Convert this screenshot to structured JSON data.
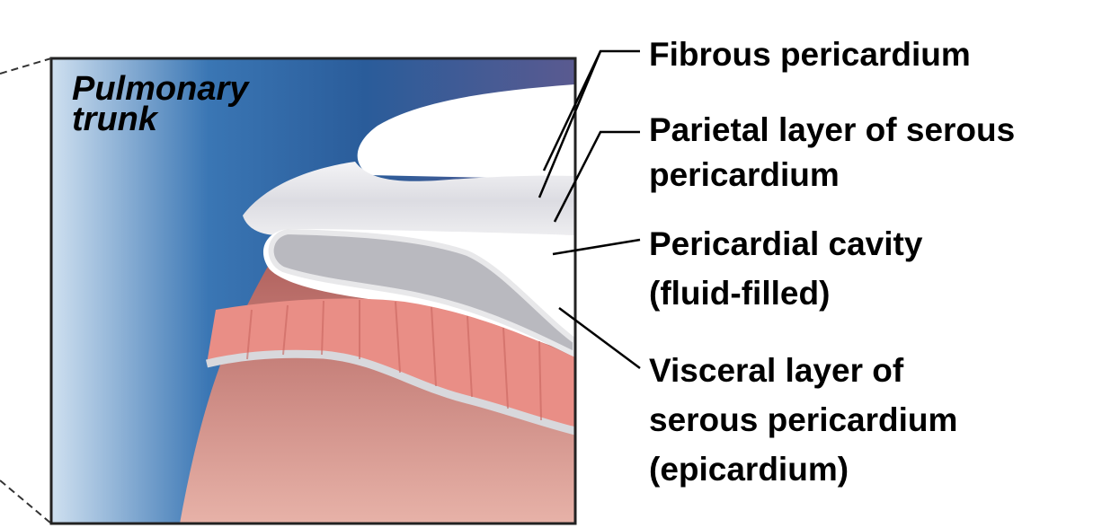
{
  "inset_label": {
    "line1": "Pulmonary",
    "line2": "trunk"
  },
  "labels": [
    {
      "lines": [
        "Fibrous pericardium"
      ]
    },
    {
      "lines": [
        "Parietal layer of serous",
        "pericardium"
      ]
    },
    {
      "lines": [
        "Pericardial cavity",
        "(fluid-filled)"
      ]
    },
    {
      "lines": [
        "Visceral layer of",
        "serous pericardium",
        "(epicardium)"
      ]
    }
  ],
  "colors": {
    "vessel_blue": "#2f66a3",
    "muscle_pink": "#e98e86",
    "heart_red": "#b0605a",
    "membrane_gray": "#c8c8cc"
  }
}
